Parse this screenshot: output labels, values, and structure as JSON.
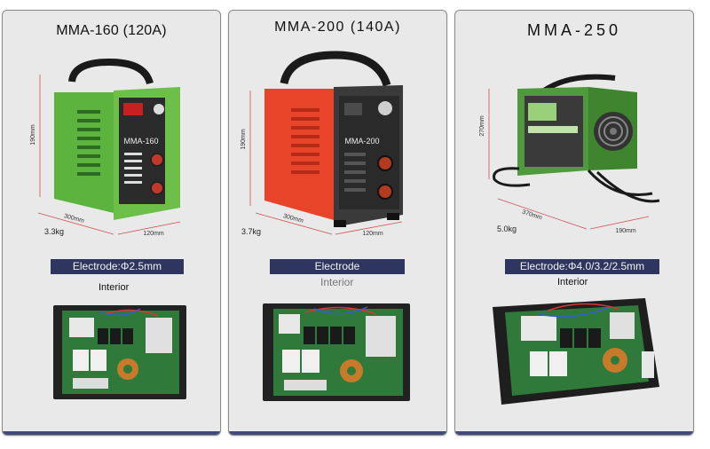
{
  "products": [
    {
      "title": "MMA-160 (120A)",
      "height_dim": "190mm",
      "depth_dim": "300mm",
      "width_dim": "120mm",
      "weight": "3.3kg",
      "panel_label": "MMA-160",
      "electrode": "Electrode:Φ2.5mm",
      "interior": "Interior",
      "body_color": "#5cb33e"
    },
    {
      "title": "MMA-200 (140A)",
      "height_dim": "190mm",
      "depth_dim": "300mm",
      "width_dim": "120mm",
      "weight": "3.7kg",
      "panel_label": "MMA-200",
      "electrode": "Electrode",
      "interior": "Interior",
      "body_color": "#e8442a"
    },
    {
      "title": "MMA-250",
      "height_dim": "270mm",
      "depth_dim": "370mm",
      "width_dim": "190mm",
      "weight": "5.0kg",
      "electrode": "Electrode:Φ4.0/3.2/2.5mm",
      "interior": "Interior",
      "body_color": "#4f9a3c"
    }
  ],
  "colors": {
    "banner": "#2e3660",
    "card_bg": "#e9e9e9",
    "dimension_line": "#d05050",
    "pcb": "#2f7a3a"
  }
}
